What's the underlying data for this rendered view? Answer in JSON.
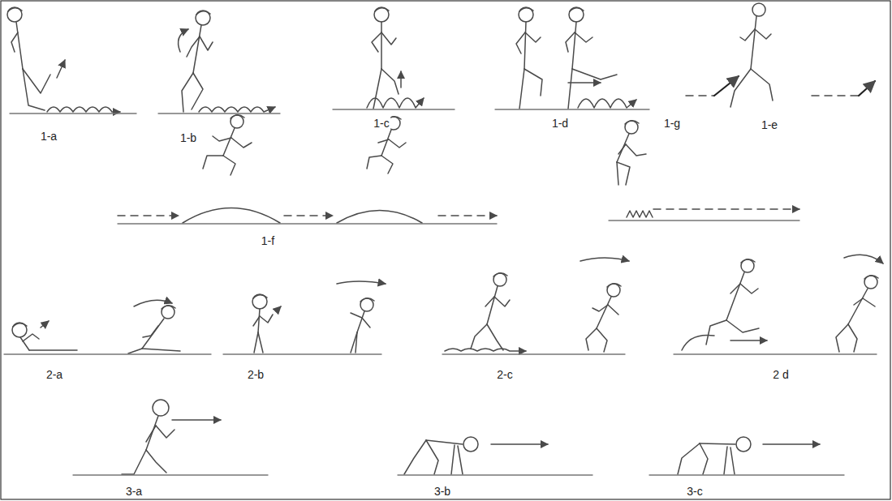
{
  "diagram": {
    "labels": [
      "1-a",
      "1-b",
      "1-c",
      "1-d",
      "1-e",
      "1-f",
      "1-g",
      "2-a",
      "2-b",
      "2-c",
      "2 d",
      "3-a",
      "3-b",
      "3-c"
    ]
  }
}
